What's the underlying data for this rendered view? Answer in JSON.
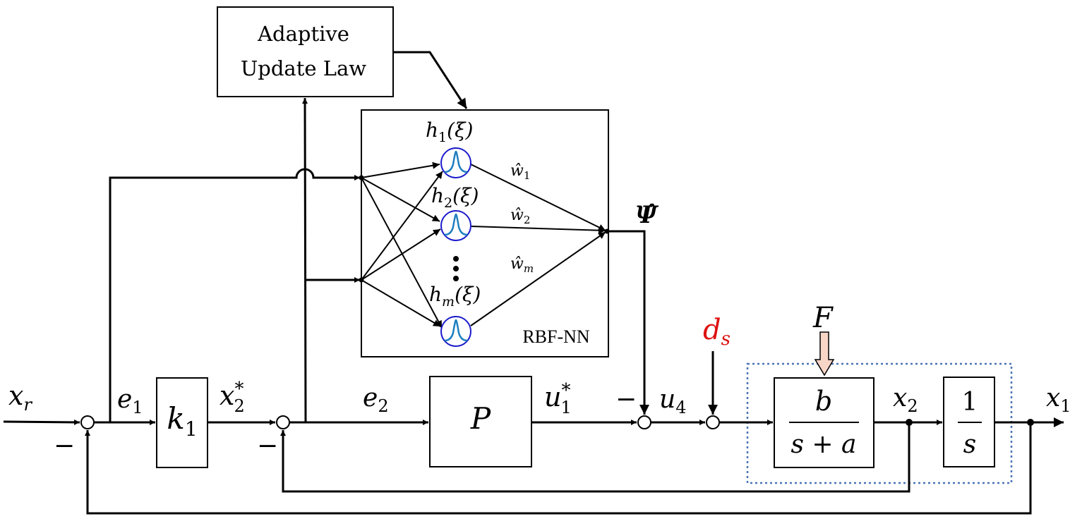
{
  "blocks": {
    "adaptive": {
      "line1": "Adaptive",
      "line2": "Update Law"
    },
    "rbf": {
      "label": "RBF-NN"
    },
    "k1": {
      "label": "k",
      "sub": "1"
    },
    "p": {
      "label": "P"
    },
    "plant": {
      "num": "b",
      "den": "s + a"
    },
    "integrator": {
      "num": "1",
      "den": "s"
    }
  },
  "signals": {
    "xr": {
      "base": "x",
      "sub": "r"
    },
    "e1": {
      "base": "e",
      "sub": "1"
    },
    "x2star": {
      "base": "x",
      "sub": "2",
      "sup": "*"
    },
    "e2": {
      "base": "e",
      "sub": "2"
    },
    "u1star": {
      "base": "u",
      "sub": "1",
      "sup": "*"
    },
    "u4": {
      "base": "u",
      "sub": "4"
    },
    "ds": {
      "base": "d",
      "sub": "s"
    },
    "F": {
      "base": "F"
    },
    "x2": {
      "base": "x",
      "sub": "2"
    },
    "x1": {
      "base": "x",
      "sub": "1"
    },
    "psi_hat": {
      "base": "Ψ̂"
    },
    "minus": "−"
  },
  "nodes": {
    "h1": {
      "base": "h",
      "sub": "1",
      "arg": "(ξ)"
    },
    "h2": {
      "base": "h",
      "sub": "2",
      "arg": "(ξ)"
    },
    "hm": {
      "base": "h",
      "sub": "m",
      "arg": "(ξ)"
    }
  },
  "weights": {
    "w1": {
      "base": "ŵ",
      "sub": "1"
    },
    "w2": {
      "base": "ŵ",
      "sub": "2"
    },
    "wm": {
      "base": "ŵ",
      "sub": "m"
    }
  },
  "colors": {
    "disturbance": "#dd1111",
    "neuron_stroke": "#1a1acc",
    "gaussian": "#1f7fbf",
    "force_arrow": "#f7d6c8",
    "plant_group_border": "#4a74b4"
  }
}
